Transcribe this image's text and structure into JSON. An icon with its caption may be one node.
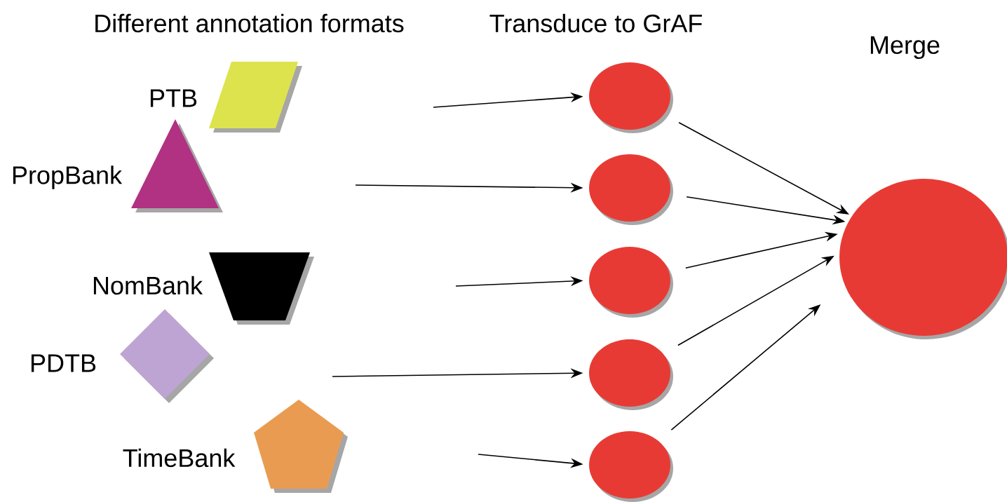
{
  "diagram": {
    "nodes": [
      {
        "text": [
          "PTB"
        ]
      },
      {
        "text": [
          "PropBank"
        ]
      },
      {
        "text": [
          "NomBank"
        ]
      },
      {
        "text": [
          "PDTB"
        ]
      },
      {
        "text": [
          "TimeBank"
        ]
      },
      {
        "text": [],
        "shape": "circle"
      },
      {
        "text": [],
        "shape": "circle"
      },
      {
        "text": [],
        "shape": "circle"
      },
      {
        "text": [],
        "shape": "circle"
      },
      {
        "text": [],
        "shape": "circle"
      },
      {
        "text": [],
        "shape": "circle"
      }
    ],
    "edges": [
      {
        "from": null,
        "to": 5,
        "arrow": "to"
      },
      {
        "from": null,
        "to": 6,
        "arrow": "to"
      },
      {
        "from": null,
        "to": 7,
        "arrow": "to"
      },
      {
        "from": null,
        "to": 8,
        "arrow": "to"
      },
      {
        "from": null,
        "to": 9,
        "arrow": "to"
      },
      {
        "from": 5,
        "to": 10,
        "arrow": "to"
      },
      {
        "from": 6,
        "to": 10,
        "arrow": "to"
      },
      {
        "from": 7,
        "to": 10,
        "arrow": "to"
      },
      {
        "from": 8,
        "to": 10,
        "arrow": "to"
      },
      {
        "from": 9,
        "to": 10,
        "arrow": "to"
      }
    ],
    "labels": [
      "Different annotation formats",
      "Transduce to GrAF",
      "Merge"
    ]
  }
}
